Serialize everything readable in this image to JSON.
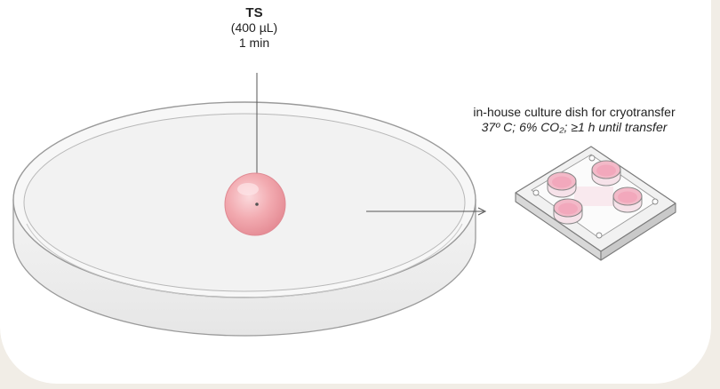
{
  "colors": {
    "background": "#f1ede6",
    "panel": "#ffffff",
    "droplet": "#f0a3a8",
    "well_fill": "#f3b9c8",
    "line": "#555555"
  },
  "treatment": {
    "name": "TS",
    "volume": "(400 µL)",
    "time": "1 min"
  },
  "transfer_dish": {
    "label": "in-house culture dish for cryotransfer",
    "conditions": "37º C; 6% CO₂; ≥1 h until transfer"
  },
  "icons": [
    "petri-dish-icon",
    "droplet-icon",
    "culture-dish-icon",
    "arrow-icon"
  ]
}
